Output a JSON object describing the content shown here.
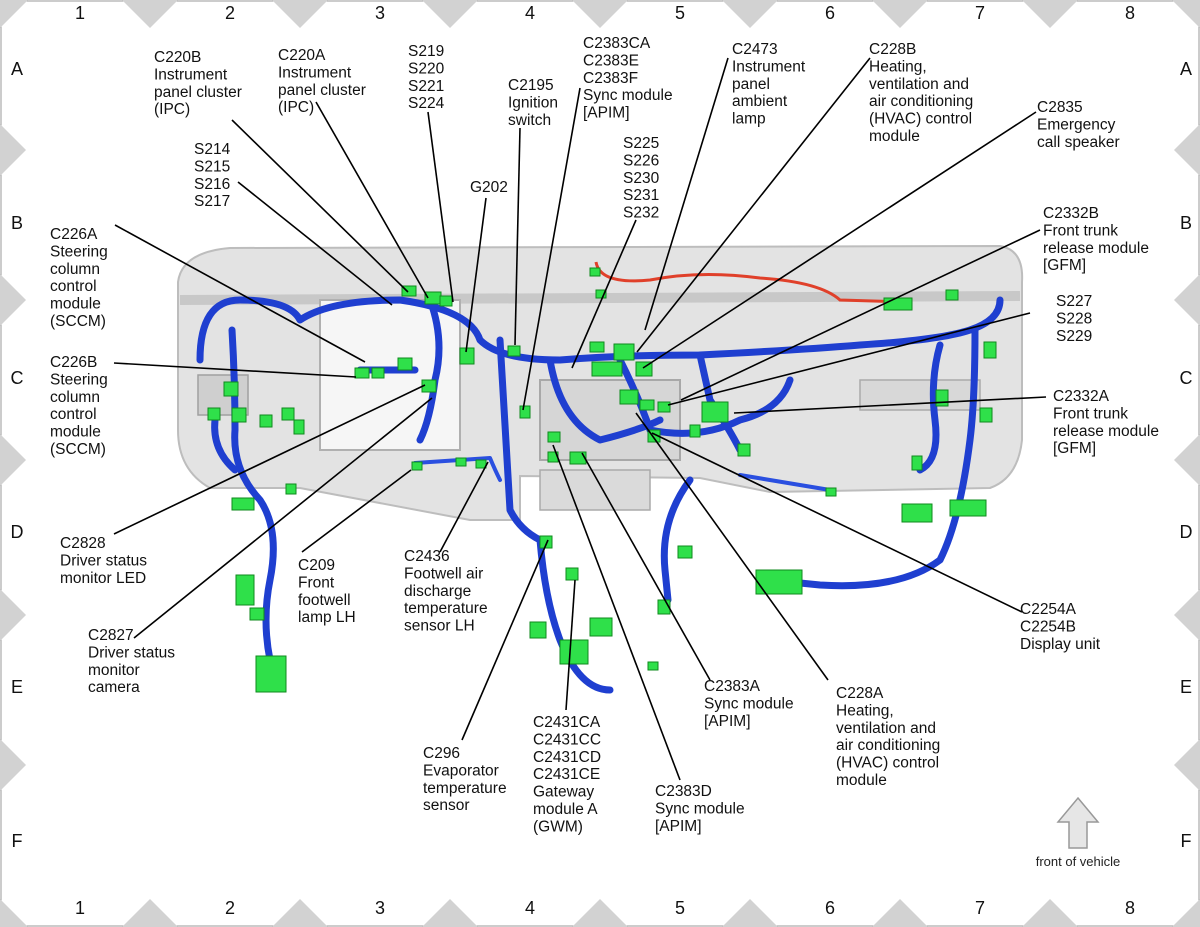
{
  "grid": {
    "columns": [
      "1",
      "2",
      "3",
      "4",
      "5",
      "6",
      "7",
      "8"
    ],
    "rows": [
      "A",
      "B",
      "C",
      "D",
      "E",
      "F"
    ]
  },
  "callouts": [
    {
      "id": "c220b",
      "lines": [
        "C220B",
        "Instrument",
        "panel cluster",
        "(IPC)"
      ]
    },
    {
      "id": "c220a",
      "lines": [
        "C220A",
        "Instrument",
        "panel cluster",
        "(IPC)"
      ]
    },
    {
      "id": "s219",
      "lines": [
        "S219",
        "S220",
        "S221",
        "S224"
      ]
    },
    {
      "id": "c2195",
      "lines": [
        "C2195",
        "Ignition",
        "switch"
      ]
    },
    {
      "id": "c2383ca",
      "lines": [
        "C2383CA",
        "C2383E",
        "C2383F",
        "Sync module",
        "[APIM]"
      ]
    },
    {
      "id": "c2473",
      "lines": [
        "C2473",
        "Instrument",
        "panel",
        "ambient",
        "lamp"
      ]
    },
    {
      "id": "c228b",
      "lines": [
        "C228B",
        "Heating,",
        "ventilation and",
        "air conditioning",
        "(HVAC) control",
        "module"
      ]
    },
    {
      "id": "c2835",
      "lines": [
        "C2835",
        "Emergency",
        "call speaker"
      ]
    },
    {
      "id": "s214",
      "lines": [
        "S214",
        "S215",
        "S216",
        "S217"
      ]
    },
    {
      "id": "s225",
      "lines": [
        "S225",
        "S226",
        "S230",
        "S231",
        "S232"
      ]
    },
    {
      "id": "g202",
      "lines": [
        "G202"
      ]
    },
    {
      "id": "c226a",
      "lines": [
        "C226A",
        "Steering",
        "column",
        "control",
        "module",
        "(SCCM)"
      ]
    },
    {
      "id": "c2332b",
      "lines": [
        "C2332B",
        "Front trunk",
        "release module",
        "[GFM]"
      ]
    },
    {
      "id": "s227",
      "lines": [
        "S227",
        "S228",
        "S229"
      ]
    },
    {
      "id": "c226b",
      "lines": [
        "C226B",
        "Steering",
        "column",
        "control",
        "module",
        "(SCCM)"
      ]
    },
    {
      "id": "c2332a",
      "lines": [
        "C2332A",
        "Front trunk",
        "release module",
        "[GFM]"
      ]
    },
    {
      "id": "c2828",
      "lines": [
        "C2828",
        "Driver status",
        "monitor LED"
      ]
    },
    {
      "id": "c209",
      "lines": [
        "C209",
        "Front",
        "footwell",
        "lamp LH"
      ]
    },
    {
      "id": "c2436",
      "lines": [
        "C2436",
        "Footwell air",
        "discharge",
        "temperature",
        "sensor LH"
      ]
    },
    {
      "id": "c2254a",
      "lines": [
        "C2254A",
        "C2254B",
        "Display unit"
      ]
    },
    {
      "id": "c2827",
      "lines": [
        "C2827",
        "Driver status",
        "monitor",
        "camera"
      ]
    },
    {
      "id": "c2383a",
      "lines": [
        "C2383A",
        "Sync module",
        "[APIM]"
      ]
    },
    {
      "id": "c228a",
      "lines": [
        "C228A",
        "Heating,",
        "ventilation and",
        "air conditioning",
        "(HVAC) control",
        "module"
      ]
    },
    {
      "id": "c296",
      "lines": [
        "C296",
        "Evaporator",
        "temperature",
        "sensor"
      ]
    },
    {
      "id": "c2431ca",
      "lines": [
        "C2431CA",
        "C2431CC",
        "C2431CD",
        "C2431CE",
        "Gateway",
        "module A",
        "(GWM)"
      ]
    },
    {
      "id": "c2383d",
      "lines": [
        "C2383D",
        "Sync module",
        "[APIM]"
      ]
    }
  ],
  "orientation": {
    "label": "front of vehicle",
    "icon": "up-arrow-icon"
  },
  "colors": {
    "harness": "#1f3fd0",
    "connector": "#2fe04a",
    "supply_wire": "#e0402a",
    "frame_marker": "#cfcfcf"
  }
}
